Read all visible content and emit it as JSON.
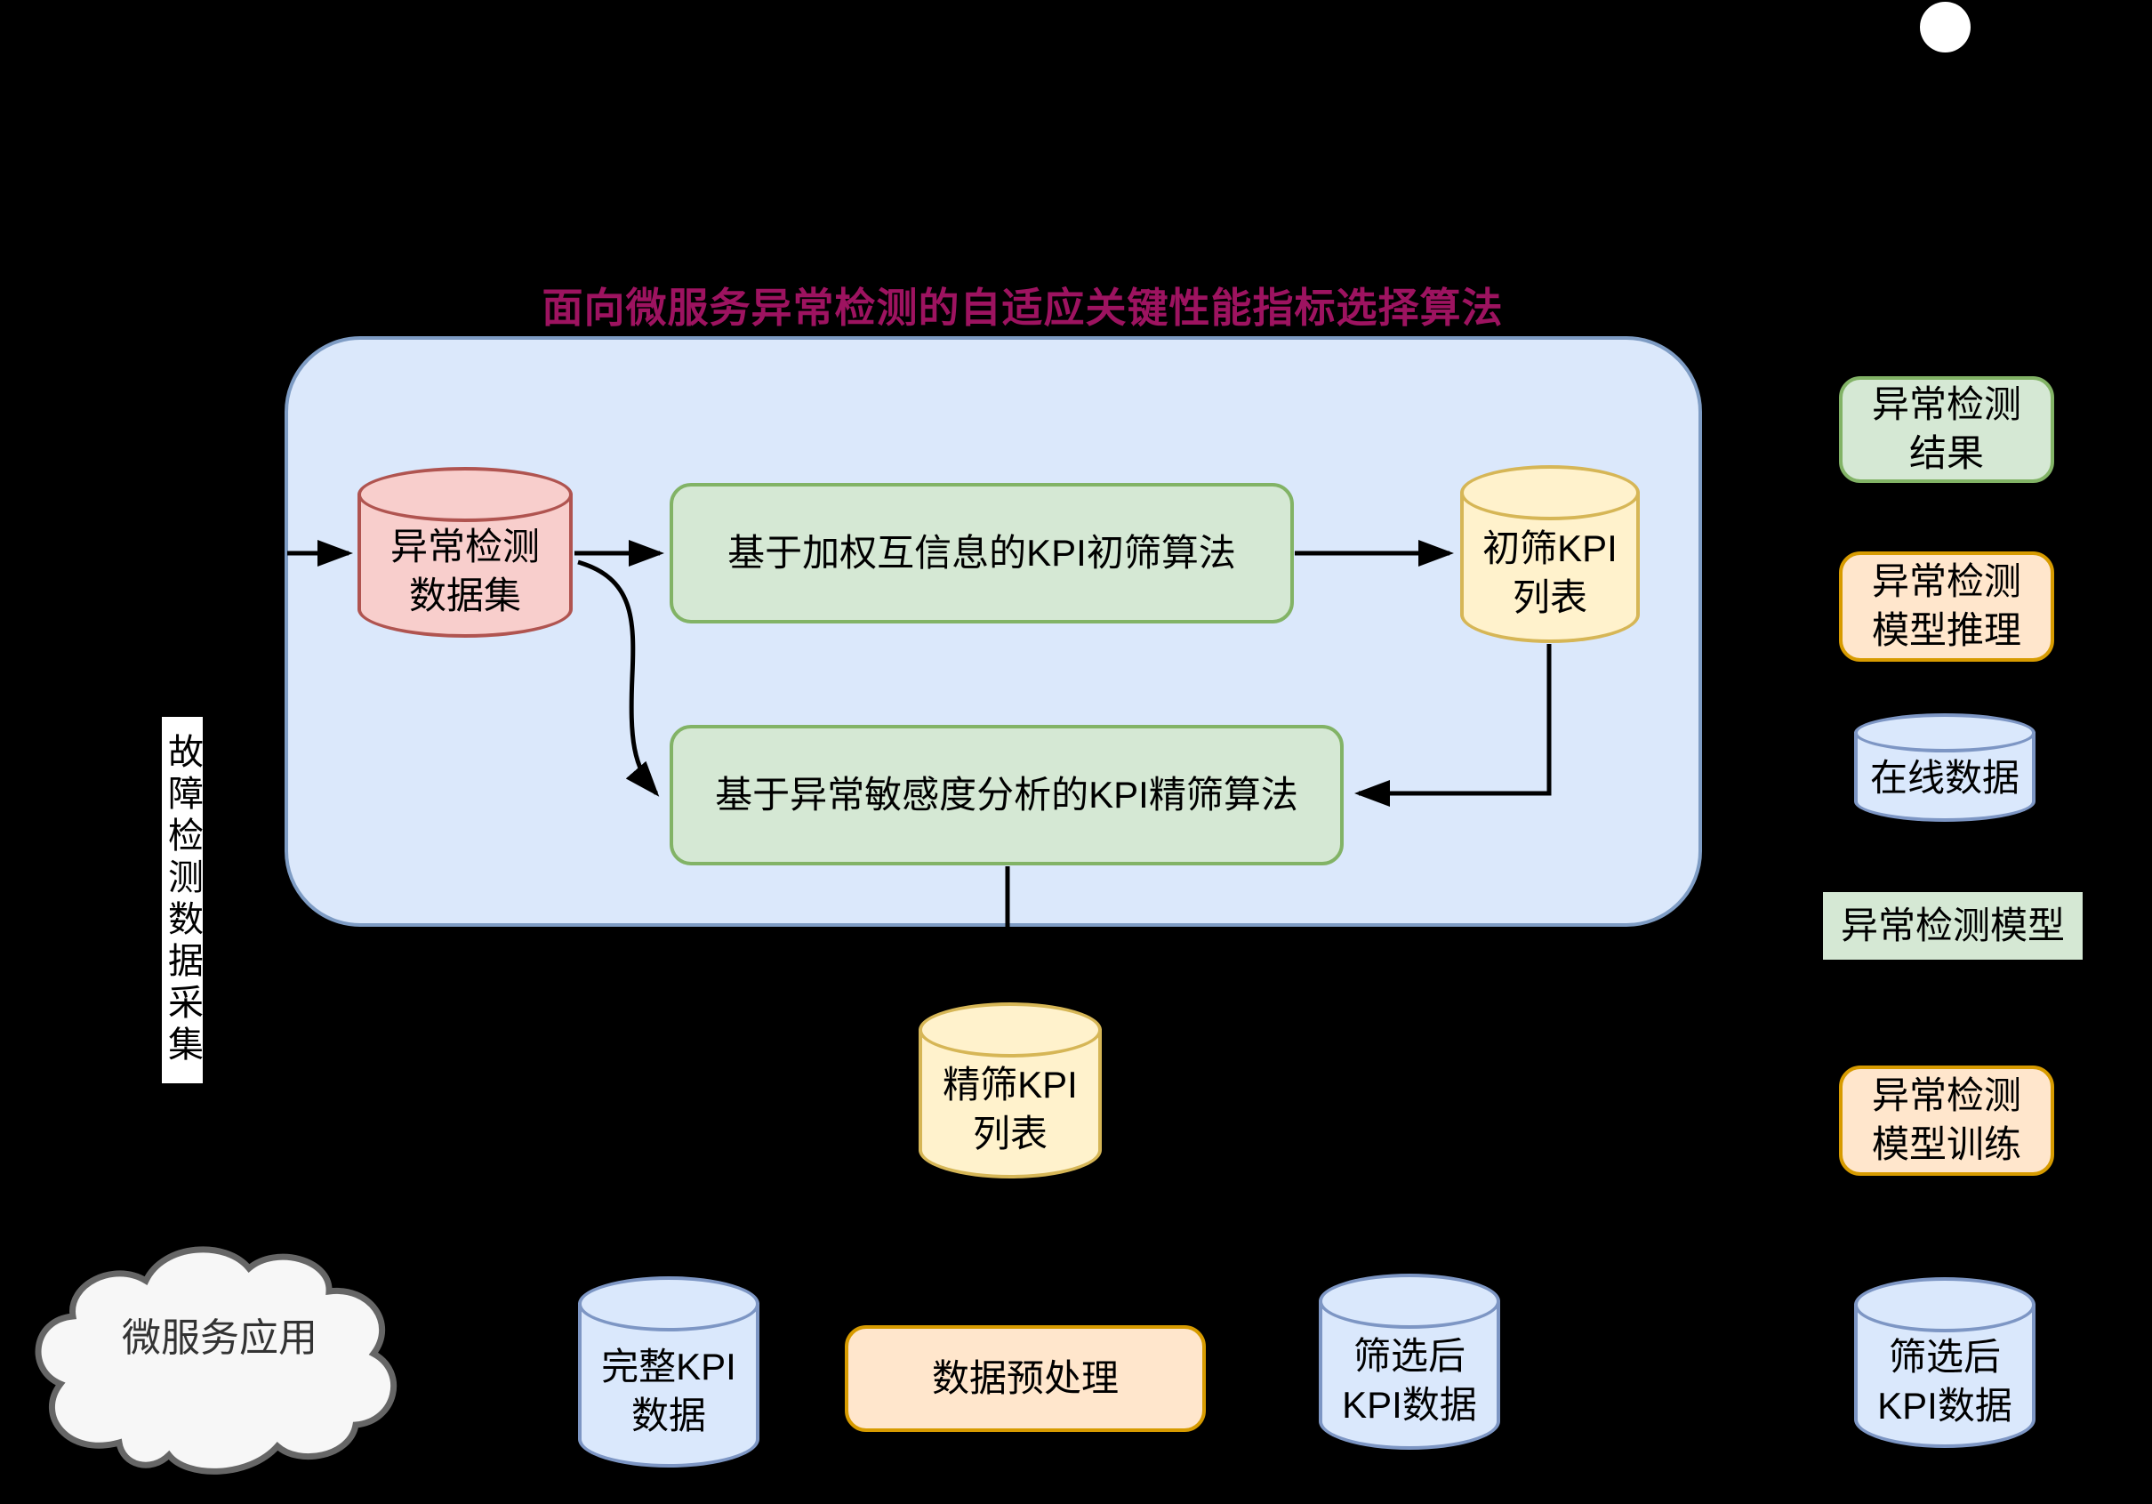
{
  "title": "面向微服务异常检测的自适应关键性能指标选择算法",
  "colors": {
    "background": "#000000",
    "title": "#9D1360",
    "container_fill": "#DBE8FB",
    "container_stroke": "#7E9CC4",
    "red_fill": "#F8CECC",
    "red_stroke": "#B05450",
    "green_fill": "#D5E8D4",
    "green_stroke": "#82B366",
    "yellow_fill": "#FFF2CC",
    "yellow_stroke": "#D6B656",
    "blue_fill": "#DAE8FC",
    "blue_stroke": "#7D96C4",
    "orange_fill": "#FFE6CC",
    "orange_stroke": "#D79B00",
    "arrow": "#000000"
  },
  "left_label": "故障检测数据采集",
  "pipeline": {
    "dataset_db": "异常检测\n数据集",
    "coarse_algo": "基于加权互信息的KPI初筛算法",
    "coarse_list_db": "初筛KPI\n列表",
    "fine_algo": "基于异常敏感度分析的KPI精筛算法"
  },
  "middle": {
    "fine_list_db": "精筛KPI\n列表"
  },
  "bottom": {
    "cloud": "微服务应用",
    "full_kpi_db": "完整KPI\n数据",
    "preprocess": "数据预处理",
    "filtered_kpi_db": "筛选后\nKPI数据"
  },
  "right": {
    "result_box": "异常检测\n结果",
    "inference_box": "异常检测\n模型推理",
    "online_db": "在线数据",
    "model_box": "异常检测模型",
    "training_box": "异常检测\n模型训练",
    "filtered_kpi_db": "筛选后\nKPI数据"
  }
}
